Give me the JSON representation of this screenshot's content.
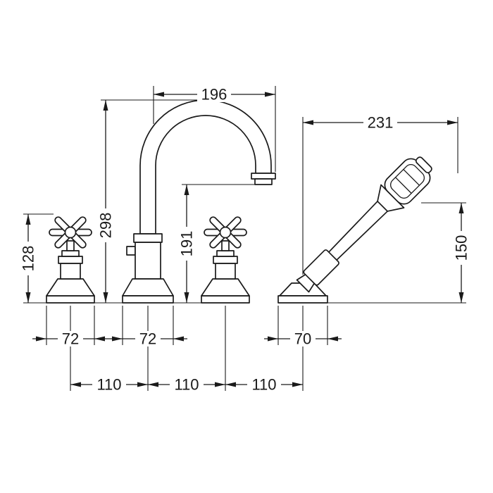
{
  "colors": {
    "line": "#1a1a1a",
    "background": "#ffffff"
  },
  "dims": {
    "spout_reach": "196",
    "shower_reach": "231",
    "spout_height": "298",
    "outlet_height": "191",
    "handle_height": "128",
    "shower_head_height": "150",
    "handle_base_width": "72",
    "spout_base_width": "72",
    "shower_base_width": "70",
    "pitch_left": "110",
    "pitch_center": "110",
    "pitch_right": "110"
  }
}
